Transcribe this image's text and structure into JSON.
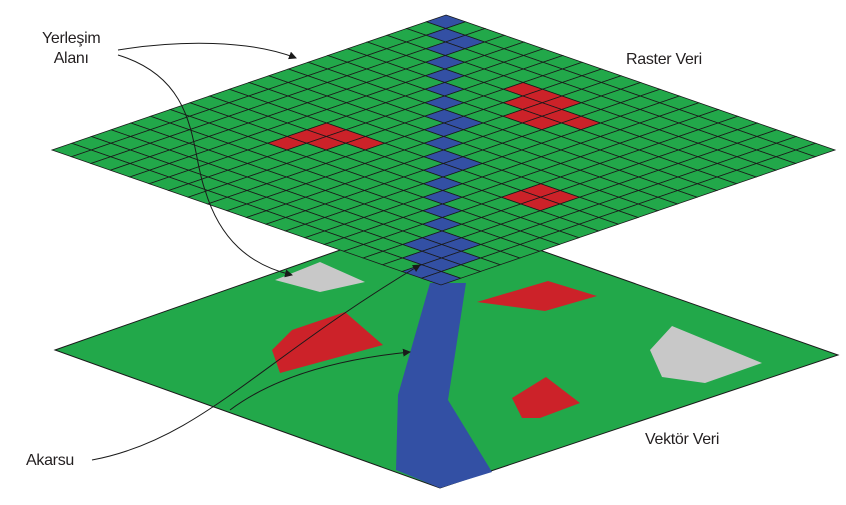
{
  "labels": {
    "settlement_line1": "Yerleşim",
    "settlement_line2": "Alanı",
    "raster": "Raster Veri",
    "river": "Akarsu",
    "vector": "Vektör Veri"
  },
  "colors": {
    "land": "#22a84a",
    "river": "#3350a4",
    "settlement": "#cc2229",
    "other": "#c8c8c8",
    "line": "#1a1a1a"
  },
  "raster_grid": {
    "size": 20,
    "river_cells": [
      [
        0,
        0
      ],
      [
        1,
        1
      ],
      [
        2,
        1
      ],
      [
        2,
        2
      ],
      [
        3,
        3
      ],
      [
        4,
        4
      ],
      [
        5,
        5
      ],
      [
        6,
        6
      ],
      [
        7,
        7
      ],
      [
        8,
        8
      ],
      [
        8,
        7
      ],
      [
        9,
        9
      ],
      [
        10,
        10
      ],
      [
        11,
        10
      ],
      [
        11,
        11
      ],
      [
        12,
        12
      ],
      [
        13,
        13
      ],
      [
        14,
        14
      ],
      [
        15,
        15
      ],
      [
        16,
        16
      ],
      [
        16,
        17
      ],
      [
        17,
        17
      ],
      [
        17,
        18
      ],
      [
        18,
        18
      ],
      [
        18,
        19
      ],
      [
        19,
        19
      ],
      [
        17,
        16
      ],
      [
        18,
        17
      ]
    ],
    "settlement_cells": [
      [
        5,
        11
      ],
      [
        6,
        11
      ],
      [
        7,
        11
      ],
      [
        5,
        12
      ],
      [
        6,
        12
      ],
      [
        5,
        13
      ],
      [
        7,
        3
      ],
      [
        8,
        3
      ],
      [
        9,
        3
      ],
      [
        8,
        4
      ],
      [
        9,
        4
      ],
      [
        10,
        4
      ],
      [
        11,
        4
      ],
      [
        9,
        5
      ],
      [
        10,
        5
      ],
      [
        15,
        10
      ],
      [
        16,
        10
      ],
      [
        15,
        11
      ],
      [
        16,
        11
      ]
    ]
  }
}
